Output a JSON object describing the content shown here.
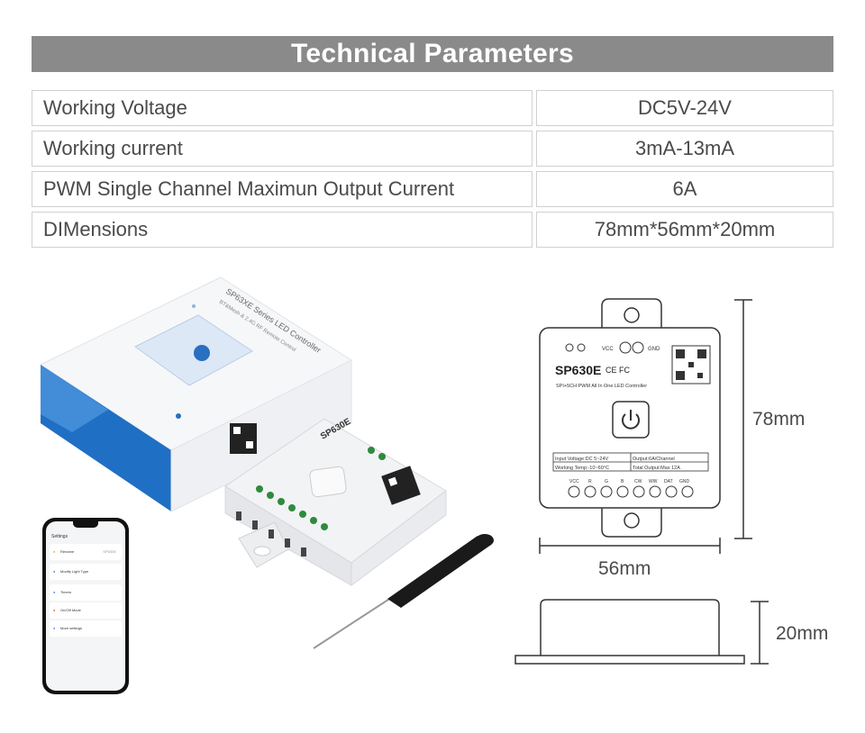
{
  "banner": {
    "title": "Technical Parameters"
  },
  "table": [
    {
      "param": "Working Voltage",
      "value": "DC5V-24V"
    },
    {
      "param": "Working current",
      "value": "3mA-13mA"
    },
    {
      "param": "PWM Single Channel Maximun Output Current",
      "value": "6A"
    },
    {
      "param": "DIMensions",
      "value": "78mm*56mm*20mm"
    }
  ],
  "product": {
    "box_label": "SP63XE Series LED Controller",
    "box_sublabel": "BT&Mesh & 2.4G RF Remote Control",
    "device_model": "SP630E",
    "device_subtitle": "SPI+5CH PWM All In One LED Controller",
    "input_voltage": "Input Voltage:DC 5~24V",
    "output": "Output:6A/Channel",
    "working_temp": "Working Temp:-10~60°C",
    "total_output": "Total Output:Max 12A",
    "terminals": [
      "VCC",
      "R",
      "G",
      "B",
      "CW",
      "WW",
      "DAT",
      "GND"
    ],
    "vcc_label": "VCC",
    "gnd_label": "GND",
    "certs": "CE FC"
  },
  "phone": {
    "header": "Settings",
    "items": [
      "Rename",
      "Modify Light Type",
      "Timers",
      "On/Off Mode",
      "More settings"
    ],
    "rename_value": "SP630E"
  },
  "dimensions": {
    "height": "78mm",
    "width": "56mm",
    "depth": "20mm"
  },
  "colors": {
    "banner_bg": "#8a8a8a",
    "box_blue": "#1f6fc4"
  }
}
